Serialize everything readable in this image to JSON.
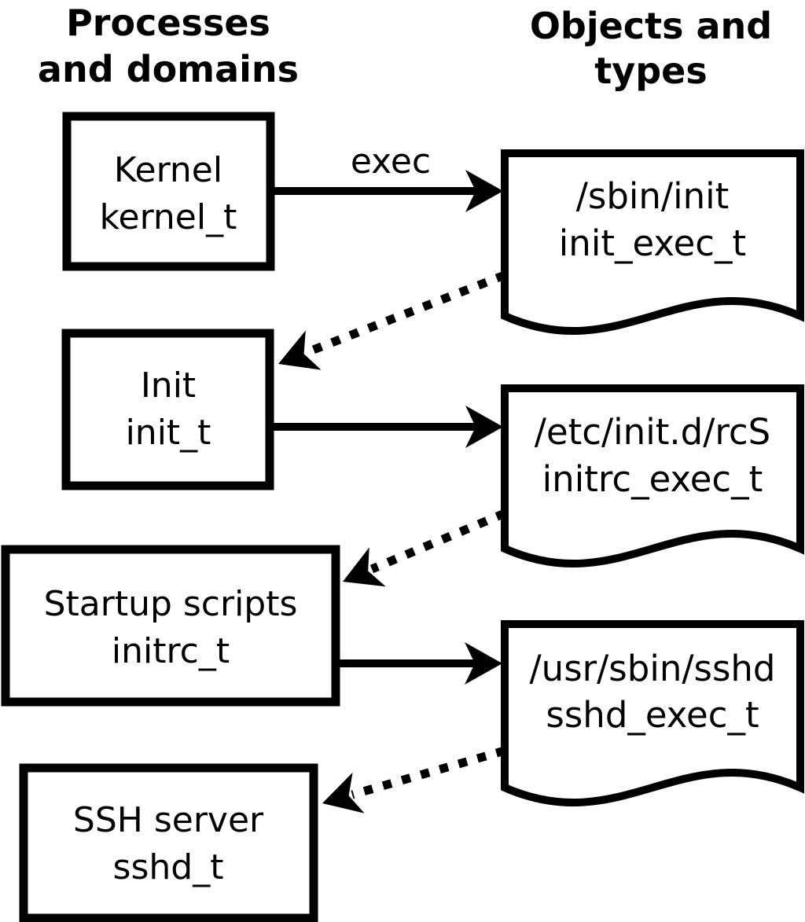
{
  "columns": {
    "left": {
      "line1": "Processes",
      "line2": "and domains"
    },
    "right": {
      "line1": "Objects and",
      "line2": "types"
    }
  },
  "processes": [
    {
      "name": "Kernel",
      "type": "kernel_t"
    },
    {
      "name": "Init",
      "type": "init_t"
    },
    {
      "name": "Startup scripts",
      "type": "initrc_t"
    },
    {
      "name": "SSH server",
      "type": "sshd_t"
    }
  ],
  "objects": [
    {
      "path": "/sbin/init",
      "type": "init_exec_t"
    },
    {
      "path": "/etc/init.d/rcS",
      "type": "initrc_exec_t"
    },
    {
      "path": "/usr/sbin/sshd",
      "type": "sshd_exec_t"
    }
  ],
  "edges": [
    {
      "from": "kernel_t",
      "to": "init_exec_t",
      "style": "solid",
      "label": "exec"
    },
    {
      "from": "init_exec_t",
      "to": "init_t",
      "style": "dotted",
      "label": ""
    },
    {
      "from": "init_t",
      "to": "initrc_exec_t",
      "style": "solid",
      "label": ""
    },
    {
      "from": "initrc_exec_t",
      "to": "initrc_t",
      "style": "dotted",
      "label": ""
    },
    {
      "from": "initrc_t",
      "to": "sshd_exec_t",
      "style": "solid",
      "label": ""
    },
    {
      "from": "sshd_exec_t",
      "to": "sshd_t",
      "style": "dotted",
      "label": ""
    }
  ],
  "colors": {
    "foreground": "#000000",
    "background": "#ffffff"
  }
}
